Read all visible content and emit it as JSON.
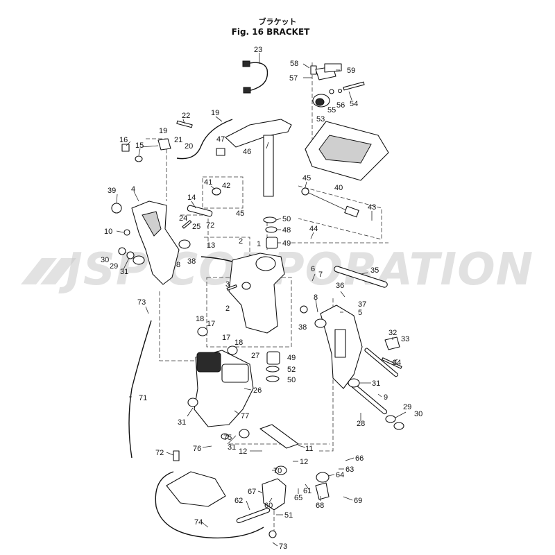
{
  "title_jp": "ブラケット",
  "title_en": "Fig. 16   BRACKET",
  "watermark": "JSP CORPORATION",
  "callouts": [
    {
      "id": "c23",
      "t": "23"
    },
    {
      "id": "c58",
      "t": "58"
    },
    {
      "id": "c59",
      "t": "59"
    },
    {
      "id": "c57",
      "t": "57"
    },
    {
      "id": "c54",
      "t": "54"
    },
    {
      "id": "c55",
      "t": "55"
    },
    {
      "id": "c56",
      "t": "56"
    },
    {
      "id": "c53",
      "t": "53"
    },
    {
      "id": "c22",
      "t": "22"
    },
    {
      "id": "c19a",
      "t": "19"
    },
    {
      "id": "c19b",
      "t": "19"
    },
    {
      "id": "c16",
      "t": "16"
    },
    {
      "id": "c15",
      "t": "15"
    },
    {
      "id": "c21",
      "t": "21"
    },
    {
      "id": "c20",
      "t": "20"
    },
    {
      "id": "c47",
      "t": "47"
    },
    {
      "id": "c46",
      "t": "46"
    },
    {
      "id": "c41",
      "t": "41"
    },
    {
      "id": "c42",
      "t": "42"
    },
    {
      "id": "c45a",
      "t": "45"
    },
    {
      "id": "c40",
      "t": "40"
    },
    {
      "id": "c43",
      "t": "43"
    },
    {
      "id": "c39",
      "t": "39"
    },
    {
      "id": "c4",
      "t": "4"
    },
    {
      "id": "c14",
      "t": "14"
    },
    {
      "id": "c45b",
      "t": "45"
    },
    {
      "id": "c50a",
      "t": "50"
    },
    {
      "id": "c48",
      "t": "48"
    },
    {
      "id": "c49a",
      "t": "49"
    },
    {
      "id": "c44",
      "t": "44"
    },
    {
      "id": "c10",
      "t": "10"
    },
    {
      "id": "c24",
      "t": "24"
    },
    {
      "id": "c25",
      "t": "25"
    },
    {
      "id": "c72a",
      "t": "72"
    },
    {
      "id": "c13",
      "t": "13"
    },
    {
      "id": "c2a",
      "t": "2"
    },
    {
      "id": "c1",
      "t": "1"
    },
    {
      "id": "c30a",
      "t": "30"
    },
    {
      "id": "c29a",
      "t": "29"
    },
    {
      "id": "c31a",
      "t": "31"
    },
    {
      "id": "c8a",
      "t": "8"
    },
    {
      "id": "c38a",
      "t": "38"
    },
    {
      "id": "c6",
      "t": "6"
    },
    {
      "id": "c7",
      "t": "7"
    },
    {
      "id": "c35",
      "t": "35"
    },
    {
      "id": "c36",
      "t": "36"
    },
    {
      "id": "c37",
      "t": "37"
    },
    {
      "id": "c3",
      "t": "3"
    },
    {
      "id": "c73a",
      "t": "73"
    },
    {
      "id": "c2b",
      "t": "2"
    },
    {
      "id": "c8b",
      "t": "8"
    },
    {
      "id": "c5",
      "t": "5"
    },
    {
      "id": "c38b",
      "t": "38"
    },
    {
      "id": "c18a",
      "t": "18"
    },
    {
      "id": "c17a",
      "t": "17"
    },
    {
      "id": "c17b",
      "t": "17"
    },
    {
      "id": "c18b",
      "t": "18"
    },
    {
      "id": "c32",
      "t": "32"
    },
    {
      "id": "c33",
      "t": "33"
    },
    {
      "id": "c27",
      "t": "27"
    },
    {
      "id": "c49b",
      "t": "49"
    },
    {
      "id": "c34",
      "t": "34"
    },
    {
      "id": "c52",
      "t": "52"
    },
    {
      "id": "c50b",
      "t": "50"
    },
    {
      "id": "c71",
      "t": "71"
    },
    {
      "id": "c26",
      "t": "26"
    },
    {
      "id": "c31b",
      "t": "31"
    },
    {
      "id": "c9",
      "t": "9"
    },
    {
      "id": "c77",
      "t": "77"
    },
    {
      "id": "c29b",
      "t": "29"
    },
    {
      "id": "c30b",
      "t": "30"
    },
    {
      "id": "c31c",
      "t": "31"
    },
    {
      "id": "c28",
      "t": "28"
    },
    {
      "id": "c75",
      "t": "75"
    },
    {
      "id": "c31d",
      "t": "31"
    },
    {
      "id": "c76",
      "t": "76"
    },
    {
      "id": "c11",
      "t": "11"
    },
    {
      "id": "c72b",
      "t": "72"
    },
    {
      "id": "c12a",
      "t": "12"
    },
    {
      "id": "c12b",
      "t": "12"
    },
    {
      "id": "c66",
      "t": "66"
    },
    {
      "id": "c63",
      "t": "63"
    },
    {
      "id": "c70",
      "t": "70"
    },
    {
      "id": "c64",
      "t": "64"
    },
    {
      "id": "c61",
      "t": "61"
    },
    {
      "id": "c65",
      "t": "65"
    },
    {
      "id": "c68",
      "t": "68"
    },
    {
      "id": "c69",
      "t": "69"
    },
    {
      "id": "c62",
      "t": "62"
    },
    {
      "id": "c67",
      "t": "67"
    },
    {
      "id": "c60",
      "t": "60"
    },
    {
      "id": "c51",
      "t": "51"
    },
    {
      "id": "c74",
      "t": "74"
    },
    {
      "id": "c73b",
      "t": "73"
    }
  ]
}
